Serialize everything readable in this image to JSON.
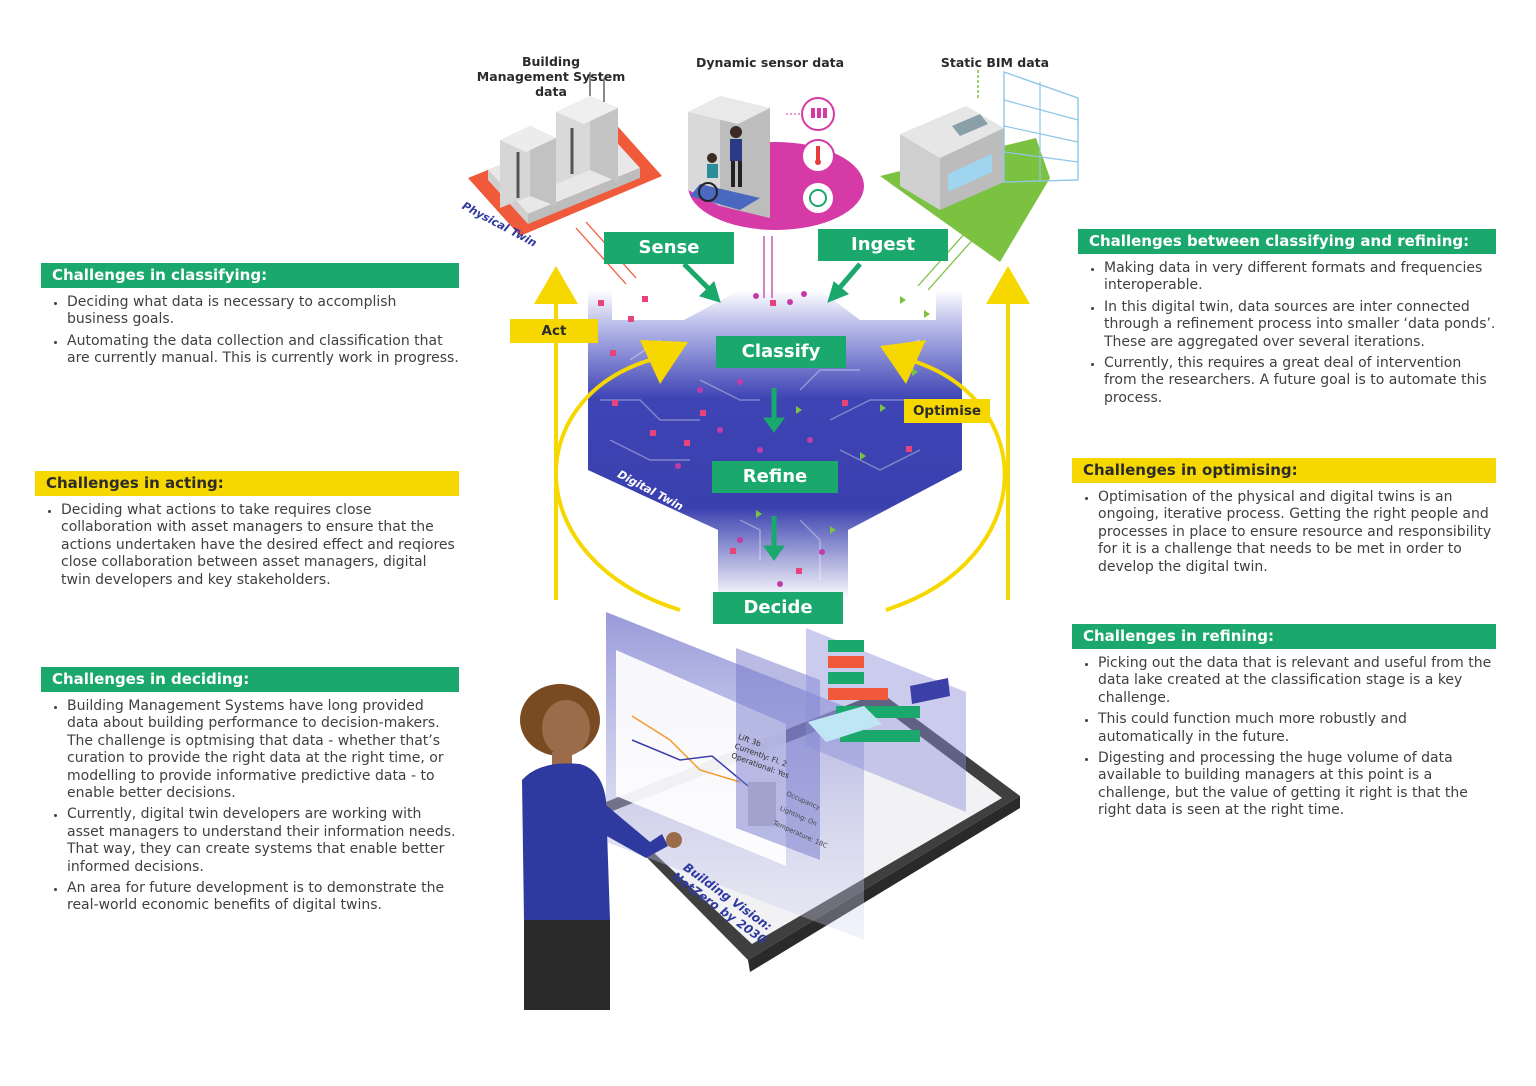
{
  "sources": {
    "bms": "Building Management System data",
    "sensor": "Dynamic sensor data",
    "bim": "Static BIM data"
  },
  "twins": {
    "physical": "Physical Twin",
    "digital": "Digital Twin"
  },
  "stages": {
    "sense": "Sense",
    "ingest": "Ingest",
    "classify": "Classify",
    "refine": "Refine",
    "decide": "Decide",
    "act": "Act",
    "optimise": "Optimise"
  },
  "screen": {
    "lift_title": "Lift 3b",
    "lift_current": "Currently: Fl. 2",
    "lift_status": "Operational: Yes",
    "occupancy": "Occupancy",
    "lighting": "Lighting: On",
    "temperature": "Temperature: 18C",
    "tablet_line1": "Building Vision:",
    "tablet_line2": "NetZero by 2030"
  },
  "panels": {
    "classifying": {
      "title": "Challenges in classifying:",
      "items": [
        "Deciding what data is necessary to accomplish business goals.",
        "Automating the data collection and classification that are currently manual. This is currently work in progress."
      ]
    },
    "acting": {
      "title": "Challenges in acting:",
      "items": [
        "Deciding what actions to take requires close collaboration with asset managers to ensure that the actions undertaken have the desired effect and reqiores close collaboration between asset managers, digital twin developers and key stakeholders."
      ]
    },
    "deciding": {
      "title": "Challenges in deciding:",
      "items": [
        "Building Management Systems have long provided data about building performance to decision-makers. The  challenge is optmising that data - whether that’s curation to provide the right data at the right time, or modelling to provide informative predictive data - to enable better decisions.",
        "Currently, digital twin developers are working with asset managers to understand their information needs. That way, they can create systems that enable better informed decisions.",
        "An area for future development is to demonstrate the real-world economic benefits of digital twins."
      ]
    },
    "classify_refine": {
      "title": "Challenges between classifying and refining:",
      "items": [
        "Making data in very different formats and frequencies interoperable.",
        "In this digital twin, data sources are inter connected through a refinement process into smaller ‘data ponds’. These are aggregated over several iterations.",
        "Currently, this requires a great deal of intervention from the researchers. A future goal is to automate this process."
      ]
    },
    "optimising": {
      "title": "Challenges in optimising:",
      "items": [
        "Optimisation of the physical and digital twins is an ongoing, iterative process. Getting the right people and processes in place to ensure resource and responsibility for it is a challenge that needs to be met in order to develop the digital twin."
      ]
    },
    "refining": {
      "title": "Challenges in refining:",
      "items": [
        "Picking out the data that is relevant and useful from the data lake created at the classification stage is a key challenge.",
        "This could function much more robustly and automatically in the future.",
        "Digesting and processing the huge volume of data available to building managers at this point is a challenge, but the value of getting it right is that the right data is seen at the right time."
      ]
    }
  }
}
